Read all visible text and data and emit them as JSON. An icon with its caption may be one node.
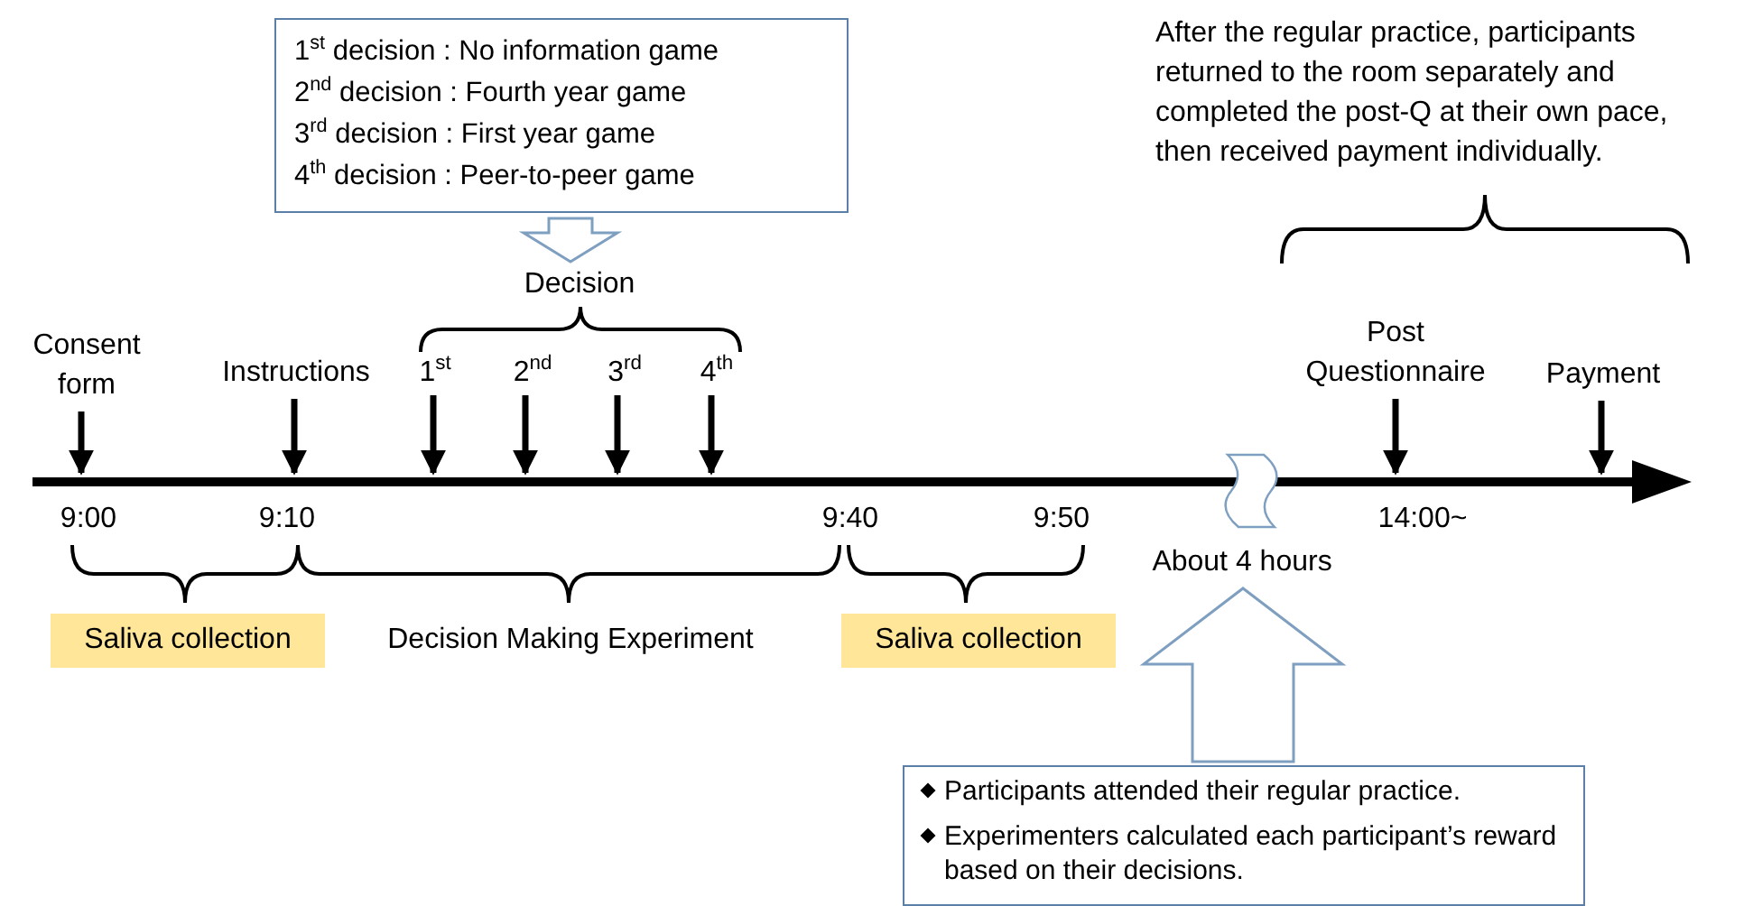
{
  "diagram": {
    "nodes": [
      {
        "text": [
          "1$^{st}$ decision : No information game",
          "2$^{nd}$ decision : Fourth year game",
          "3$^{rd}$ decision : First year game",
          "4$^{th}$ decision : Peer-to-peer game"
        ]
      },
      {
        "text": [
          "Decision"
        ]
      },
      {
        "text": [
          "Consent form"
        ]
      },
      {
        "text": [
          "Instructions"
        ]
      },
      {
        "text": [
          "1$^{st}$"
        ]
      },
      {
        "text": [
          "2$^{nd}$"
        ]
      },
      {
        "text": [
          "3$^{rd}$"
        ]
      },
      {
        "text": [
          "4$^{th}$"
        ]
      },
      {
        "text": [
          "Post Questionnaire"
        ]
      },
      {
        "text": [
          "Payment"
        ]
      },
      {
        "text": [
          "About 4 hours"
        ]
      },
      {
        "text": [
          "Saliva collection"
        ]
      },
      {
        "text": [
          "Saliva collection"
        ]
      },
      {
        "text": [
          "Participants attended their regular practice.",
          "Experimenters calculated each participant’s reward based on their decisions."
        ]
      }
    ],
    "edges": [
      {
        "from": 0,
        "to": 1,
        "arrow": "to"
      },
      {
        "from": 2,
        "to": null,
        "arrow": "to"
      },
      {
        "from": 3,
        "to": null,
        "arrow": "to"
      },
      {
        "from": 4,
        "to": null,
        "arrow": "to"
      },
      {
        "from": 5,
        "to": null,
        "arrow": "to"
      },
      {
        "from": 6,
        "to": null,
        "arrow": "to"
      },
      {
        "from": 7,
        "to": null,
        "arrow": "to"
      },
      {
        "from": 8,
        "to": null,
        "arrow": "to"
      },
      {
        "from": 9,
        "to": null,
        "arrow": "to"
      },
      {
        "from": 13,
        "to": 10,
        "arrow": "to"
      }
    ],
    "labels": [
      "After the regular practice, participants returned to the room separately and completed the post-Q at their own pace, then received payment individually.",
      "9:00",
      "9:10",
      "9:40",
      "9:50",
      "14:00~",
      "Decision Making Experiment"
    ]
  }
}
